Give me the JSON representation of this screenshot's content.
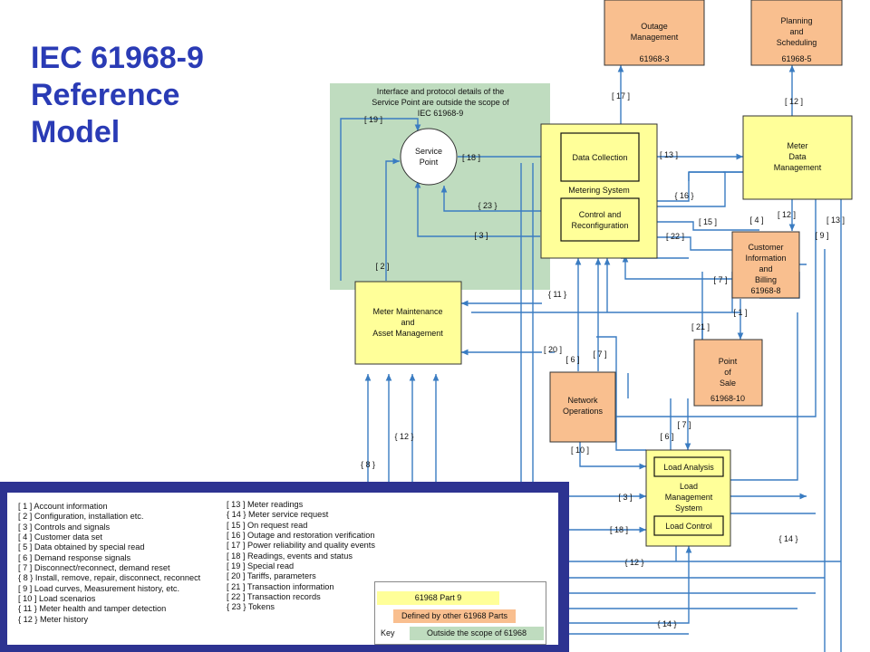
{
  "title": {
    "line1": "IEC 61968-9",
    "line2": "Reference",
    "line3": "Model"
  },
  "colors": {
    "title": "#2a3bb5",
    "part9": "#ffff99",
    "other_parts": "#f9bf8f",
    "outside_scope": "#bfdcbf",
    "arrow": "#3a7cc2",
    "legend_frame": "#2d3391"
  },
  "scope_note": {
    "line1": "Interface and protocol details of the",
    "line2": "Service Point are outside the scope of",
    "line3": "IEC 61968-9"
  },
  "boxes": {
    "outage": {
      "name1": "Outage",
      "name2": "Management",
      "part": "61968-3"
    },
    "planning": {
      "name1": "Planning",
      "name2": "and",
      "name3": "Scheduling",
      "part": "61968-5"
    },
    "mdm": {
      "name1": "Meter",
      "name2": "Data",
      "name3": "Management"
    },
    "service_point": {
      "name1": "Service",
      "name2": "Point"
    },
    "metering_system": {
      "label": "Metering System",
      "data_collection": "Data Collection",
      "control1": "Control and",
      "control2": "Reconfiguration"
    },
    "cib": {
      "name1": "Customer",
      "name2": "Information",
      "name3": "and",
      "name4": "Billing",
      "part": "61968-8"
    },
    "meter_maint": {
      "name1": "Meter Maintenance",
      "name2": "and",
      "name3": "Asset Management"
    },
    "netops": {
      "name1": "Network",
      "name2": "Operations"
    },
    "pos": {
      "name1": "Point",
      "name2": "of",
      "name3": "Sale",
      "part": "61968-10"
    },
    "load_mgmt": {
      "load_analysis": "Load Analysis",
      "name1": "Load",
      "name2": "Management",
      "name3": "System",
      "load_control": "Load Control"
    }
  },
  "flow_labels": {
    "l17": "[ 17 ]",
    "l12_plan": "[ 12 ]",
    "l19": "[ 19 ]",
    "l18_sp": "[ 18 ]",
    "l13": "[ 13 ]",
    "l16": "{ 16 }",
    "l23": "{ 23 }",
    "l4": "[ 4 ]",
    "l12_mdm": "[ 12 ]",
    "l13b": "[ 13 ]",
    "l15": "[ 15 ]",
    "l22": "[ 22 ]",
    "l3_sp": "[ 3 ]",
    "l9": "[ 9 ]",
    "l2": "[ 2 ]",
    "l7_cib": "[ 7 ]",
    "l11": "{ 11 }",
    "l1": "[ 1 ]",
    "l21": "[ 21 ]",
    "l20": "[ 20 ]",
    "l7_no": "[ 7 ]",
    "l6_no": "[ 6 ]",
    "l12_mm": "{ 12 }",
    "l7_lm": "[ 7 ]",
    "l6_lm": "[ 6 ]",
    "l10": "[ 10 ]",
    "l8": "{ 8 }",
    "l3_lm": "[ 3 ]",
    "l18_lm": "[ 18 ]",
    "l14_right": "{ 14 }",
    "l12_bottom": "{ 12 }",
    "l14_bottom": "{ 14 }"
  },
  "legend": {
    "left": [
      "[ 1 ] Account information",
      "[ 2 ] Configuration, installation etc.",
      "[ 3 ] Controls and signals",
      "[ 4 ] Customer data set",
      "[ 5 ] Data obtained by special read",
      "[ 6 ] Demand response signals",
      "[ 7 ] Disconnect/reconnect, demand reset",
      "{ 8 } Install, remove, repair, disconnect, reconnect",
      "[ 9 ] Load curves, Measurement history, etc.",
      "[ 10 ] Load scenarios",
      "{ 11 } Meter health and tamper detection",
      "{ 12 } Meter history"
    ],
    "right": [
      "[ 13 ] Meter readings",
      "{ 14 } Meter service request",
      "[ 15 ] On request read",
      "[ 16 ] Outage and restoration verification",
      "[ 17 ] Power reliability and quality events",
      "[ 18 ] Readings, events and status",
      "[ 19 ] Special read",
      "[ 20 ] Tariffs, parameters",
      "[ 21 ] Transaction information",
      "[ 22 ] Transaction records",
      "{ 23 } Tokens"
    ],
    "key": {
      "part9": "61968 Part 9",
      "other": "Defined by other 61968 Parts",
      "key_label": "Key",
      "outside": "Outside the scope of 61968"
    }
  }
}
